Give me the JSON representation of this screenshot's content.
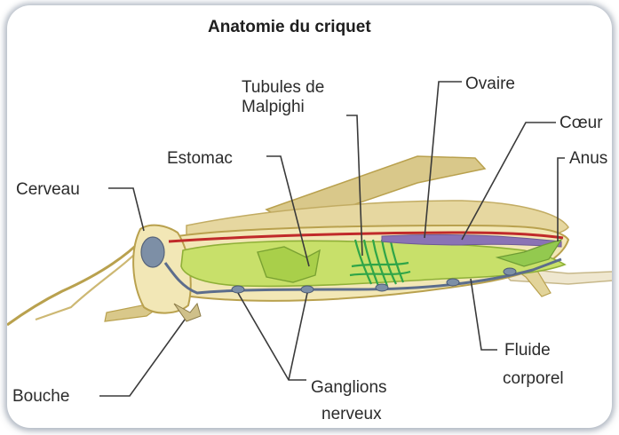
{
  "title": "Anatomie du criquet",
  "labels": {
    "tubules": [
      "Tubules de",
      "Malpighi"
    ],
    "ovaire": "Ovaire",
    "coeur": "Cœur",
    "estomac": "Estomac",
    "anus": "Anus",
    "cerveau": "Cerveau",
    "fluide": [
      "Fluide",
      "corporel"
    ],
    "bouche": "Bouche",
    "ganglions": [
      "Ganglions",
      "nerveux"
    ]
  },
  "colors": {
    "body": "#f2e7b6",
    "body_outline": "#b9a14e",
    "wing": "#e6d7a0",
    "gut": "#c8e06a",
    "malpighi": "#3fbf55",
    "ovary": "#c02a2a",
    "heart": "#8a73b5",
    "nerve": "#5c6d8c",
    "eye": "#7d8fa6"
  }
}
